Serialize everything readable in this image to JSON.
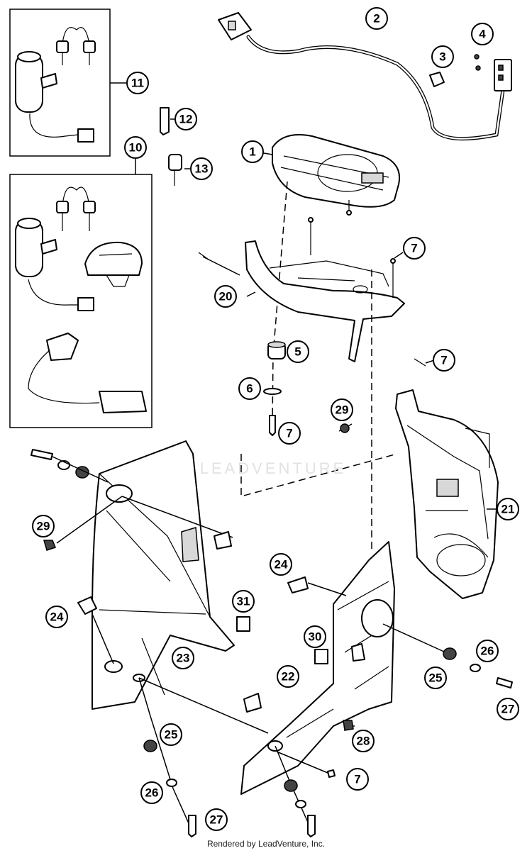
{
  "diagram": {
    "callouts": [
      {
        "id": "1",
        "text": "1"
      },
      {
        "id": "2",
        "text": "2"
      },
      {
        "id": "3",
        "text": "3"
      },
      {
        "id": "4",
        "text": "4"
      },
      {
        "id": "5",
        "text": "5"
      },
      {
        "id": "6",
        "text": "6"
      },
      {
        "id": "7a",
        "text": "7"
      },
      {
        "id": "7b",
        "text": "7"
      },
      {
        "id": "7c",
        "text": "7"
      },
      {
        "id": "7d",
        "text": "7"
      },
      {
        "id": "10",
        "text": "10"
      },
      {
        "id": "11",
        "text": "11"
      },
      {
        "id": "12",
        "text": "12"
      },
      {
        "id": "13",
        "text": "13"
      },
      {
        "id": "20",
        "text": "20"
      },
      {
        "id": "21",
        "text": "21"
      },
      {
        "id": "22",
        "text": "22"
      },
      {
        "id": "23",
        "text": "23"
      },
      {
        "id": "24a",
        "text": "24"
      },
      {
        "id": "24b",
        "text": "24"
      },
      {
        "id": "25a",
        "text": "25"
      },
      {
        "id": "25b",
        "text": "25"
      },
      {
        "id": "26a",
        "text": "26"
      },
      {
        "id": "26b",
        "text": "26"
      },
      {
        "id": "27a",
        "text": "27"
      },
      {
        "id": "27b",
        "text": "27"
      },
      {
        "id": "28",
        "text": "28"
      },
      {
        "id": "29a",
        "text": "29"
      },
      {
        "id": "29b",
        "text": "29"
      },
      {
        "id": "30",
        "text": "30"
      },
      {
        "id": "31",
        "text": "31"
      }
    ]
  },
  "watermark": "LEADVENTURE",
  "footer": "Rendered by LeadVenture, Inc."
}
